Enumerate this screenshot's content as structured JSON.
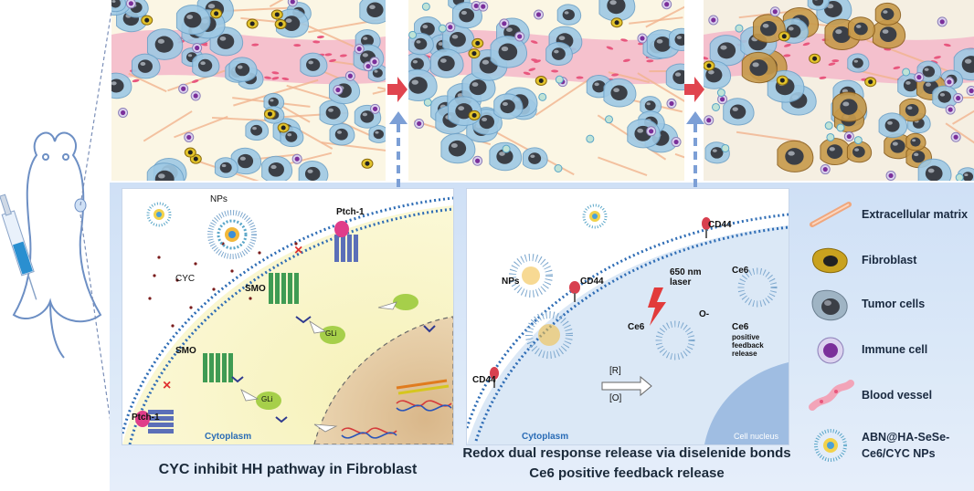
{
  "panel1": {
    "nps": "NPs",
    "cyc": "CYC",
    "smo_top": "SMO",
    "smo_bottom": "SMO",
    "ptch_top": "Ptch-1",
    "ptch_bottom": "Ptch-1",
    "gli_top": "GLi",
    "gli_bottom": "GLi",
    "cytoplasm": "Cytoplasm",
    "caption": "CYC inhibit HH pathway in Fibroblast"
  },
  "panel2": {
    "cd44_top": "CD44",
    "nps": "NPs",
    "cd44_mid": "CD44",
    "laser": "650 nm laser",
    "ce6_a": "Ce6",
    "ce6_b": "Ce6",
    "o_minus": "O-",
    "ce6_c": "Ce6",
    "feedback": "positive feedback release",
    "cd44_left": "CD44",
    "r": "[R]",
    "o": "[O]",
    "cytoplasm": "Cytoplasm",
    "nucleus": "Cell nucleus",
    "caption_line1": "Redox dual response release via  diselenide bonds",
    "caption_line2": "Ce6 positive feedback  release"
  },
  "legend": [
    {
      "label": "Extracellular matrix",
      "icon": "ecm-fiber-icon"
    },
    {
      "label": "Fibroblast",
      "icon": "fibroblast-icon"
    },
    {
      "label": "Tumor cells",
      "icon": "tumor-cell-icon"
    },
    {
      "label": "Immune cell",
      "icon": "immune-cell-icon"
    },
    {
      "label": "Blood vessel",
      "icon": "blood-vessel-icon"
    },
    {
      "label": "ABN@HA-SeSe-\nCe6/CYC NPs",
      "icon": "nanoparticle-icon"
    }
  ],
  "colors": {
    "panel_bg": "#dce9f8",
    "membrane": "#2f6db5",
    "vessel": "#e8577e",
    "arrow_red": "#e0454f",
    "arrow_blue": "#7c9fd6",
    "fibroblast": "#c9a21f",
    "tumor": "#3b3f46",
    "immune": "#7b2f9a"
  }
}
